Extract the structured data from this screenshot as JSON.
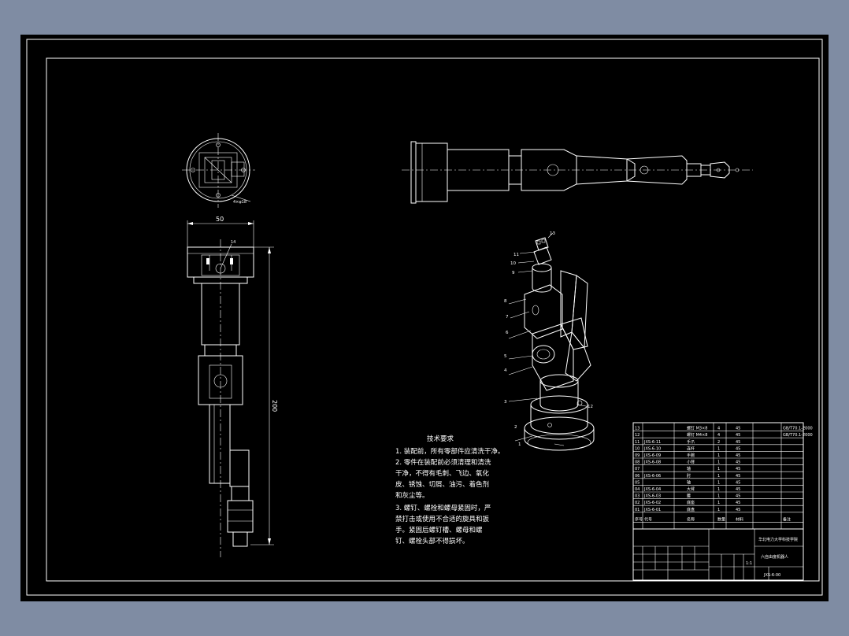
{
  "drawing": {
    "colors": {
      "workspace": "#7f8ca3",
      "paper": "#000000",
      "lines": "#ffffff"
    },
    "dims": {
      "width_top": "50",
      "height_side": "200",
      "detail_dim": "4×φ18"
    },
    "tech_notes": {
      "title": "技术要求",
      "lines": [
        "1. 装配前，所有零部件应清洗干净。",
        "2. 零件在装配前必须清理和清洗",
        "干净，不得有毛刺、飞边、氧化",
        "皮、锈蚀、切屑、油污、着色剂",
        "和灰尘等。",
        "3. 螺钉、螺栓和螺母紧固时，严",
        "禁打击或使用不合适的旋具和扳",
        "手。紧固后螺钉槽、螺母和螺",
        "钉、螺栓头部不得损坏。"
      ]
    },
    "balloons": [
      "1",
      "2",
      "3",
      "4",
      "5",
      "6",
      "7",
      "8",
      "9",
      "10",
      "11",
      "12",
      "13",
      "14"
    ],
    "bom": {
      "rows": [
        {
          "no": "13",
          "code": "",
          "name": "螺钉 M3×8",
          "qty": "4",
          "mat": "45",
          "note": "GB/T70.1-2000"
        },
        {
          "no": "12",
          "code": "",
          "name": "螺钉 M4×8",
          "qty": "4",
          "mat": "45",
          "note": "GB/T70.1-2000"
        },
        {
          "no": "11",
          "code": "JXS-6-11",
          "name": "手爪",
          "qty": "2",
          "mat": "45",
          "note": ""
        },
        {
          "no": "10",
          "code": "JXS-6-10",
          "name": "连杆",
          "qty": "1",
          "mat": "45",
          "note": ""
        },
        {
          "no": "09",
          "code": "JXS-6-09",
          "name": "手腕",
          "qty": "1",
          "mat": "45",
          "note": ""
        },
        {
          "no": "08",
          "code": "JXS-6-08",
          "name": "小臂",
          "qty": "1",
          "mat": "45",
          "note": ""
        },
        {
          "no": "07",
          "code": "",
          "name": "轴",
          "qty": "1",
          "mat": "45",
          "note": ""
        },
        {
          "no": "06",
          "code": "JXS-6-06",
          "name": "肘",
          "qty": "1",
          "mat": "45",
          "note": ""
        },
        {
          "no": "05",
          "code": "",
          "name": "轴",
          "qty": "1",
          "mat": "45",
          "note": ""
        },
        {
          "no": "04",
          "code": "JXS-6-04",
          "name": "大臂",
          "qty": "1",
          "mat": "45",
          "note": ""
        },
        {
          "no": "03",
          "code": "JXS-6-03",
          "name": "腰",
          "qty": "1",
          "mat": "45",
          "note": ""
        },
        {
          "no": "02",
          "code": "JXS-6-02",
          "name": "底座",
          "qty": "1",
          "mat": "45",
          "note": ""
        },
        {
          "no": "01",
          "code": "JXS-6-01",
          "name": "底盘",
          "qty": "1",
          "mat": "45",
          "note": ""
        }
      ],
      "header": {
        "no": "序号",
        "code": "代号",
        "name": "名称",
        "qty": "数量",
        "mat": "材料",
        "note": "备注"
      }
    },
    "title_block": {
      "school": "华北电力大学科技学院",
      "product": "六自由度机器人",
      "drawing_no": "JXS-6-00",
      "scale": "1:1"
    }
  }
}
